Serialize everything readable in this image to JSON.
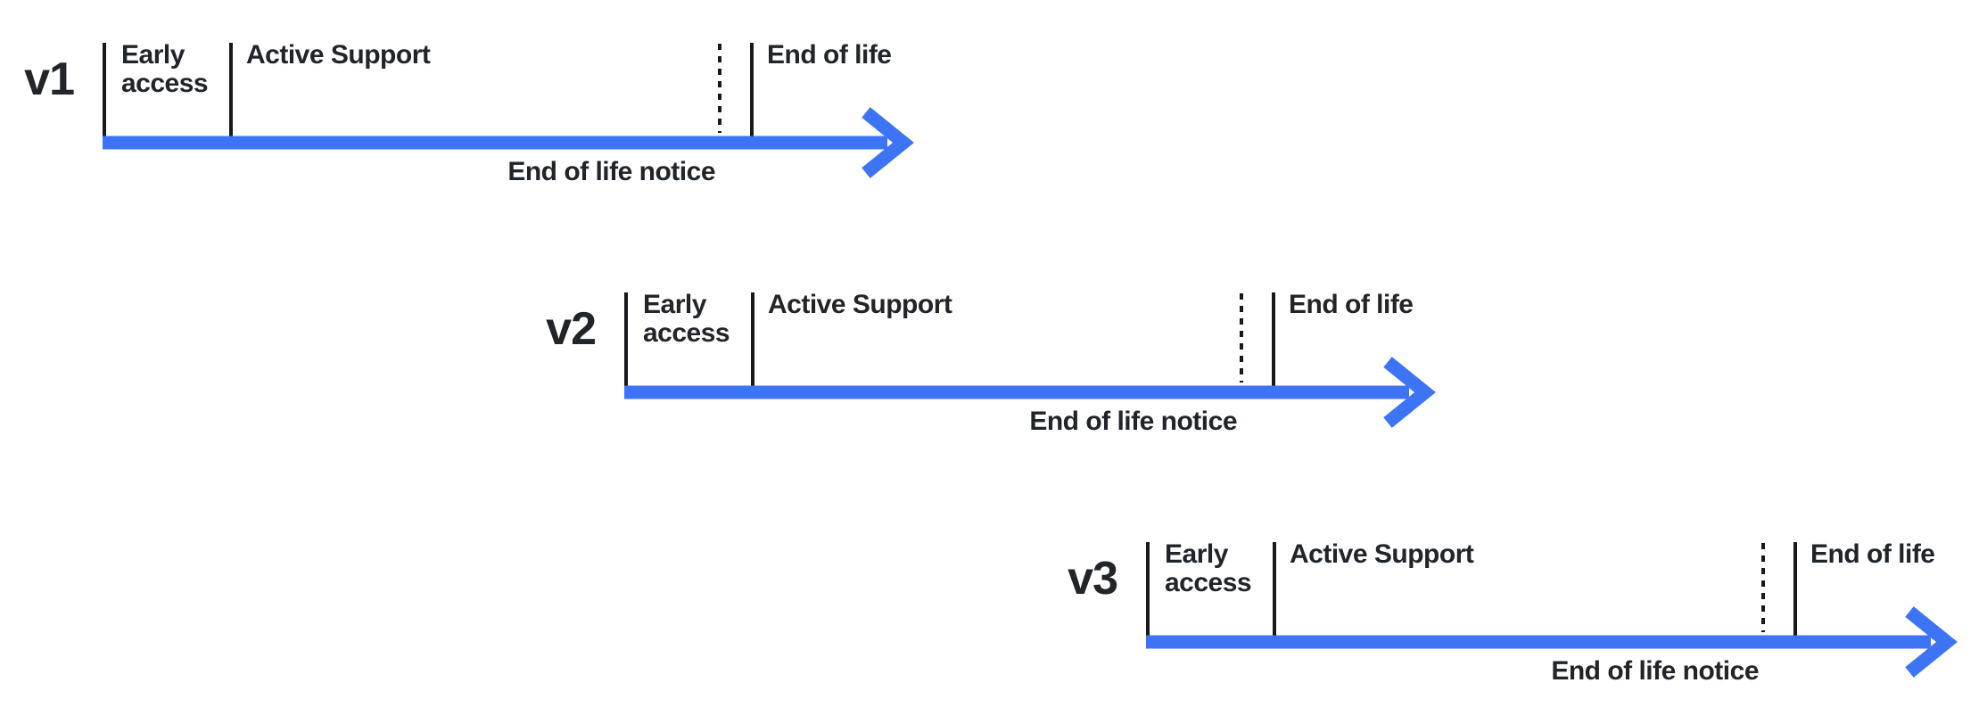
{
  "colors": {
    "arrow": "#3D74F6",
    "text": "#212529",
    "tick": "#16181c",
    "background": "#ffffff"
  },
  "timelines": [
    {
      "version_label": "v1",
      "phase_early_access": "Early access",
      "phase_active_support": "Active Support",
      "phase_end_of_life": "End of life",
      "annotation_end_of_life_notice": "End of life notice"
    },
    {
      "version_label": "v2",
      "phase_early_access": "Early access",
      "phase_active_support": "Active Support",
      "phase_end_of_life": "End of life",
      "annotation_end_of_life_notice": "End of life notice"
    },
    {
      "version_label": "v3",
      "phase_early_access": "Early access",
      "phase_active_support": "Active Support",
      "phase_end_of_life": "End of life",
      "annotation_end_of_life_notice": "End of life notice"
    }
  ]
}
